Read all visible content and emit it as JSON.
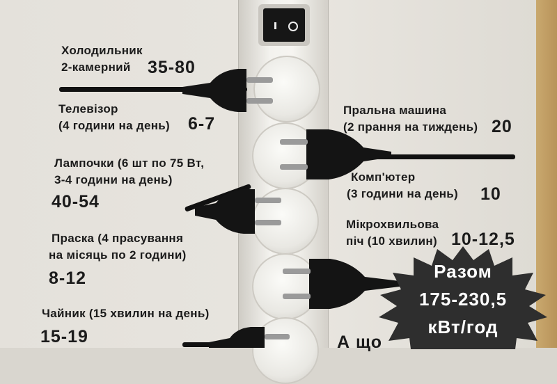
{
  "appliances": [
    {
      "line1": "Холодильник",
      "line2": "2-камерний",
      "value": "35-80"
    },
    {
      "line1": "Телевізор",
      "line2": "(4 години на день)",
      "value": "6-7"
    },
    {
      "line1": "Пральна машина",
      "line2": "(2 прання на тиждень)",
      "value": "20"
    },
    {
      "line1": "Лампочки (6 шт по 75 Вт,",
      "line2": "3-4 години на день)",
      "value": "40-54"
    },
    {
      "line1": "Комп'ютер",
      "line2": "(3 години на день)",
      "value": "10"
    },
    {
      "line1": "Мікрохвильова",
      "line2": "піч (10 хвилин)",
      "value": "10-12,5"
    },
    {
      "line1": "Праска (4 прасування",
      "line2": "на місяць по 2 години)",
      "value": "8-12"
    },
    {
      "line1": "Чайник (15 хвилин на день)",
      "value": "15-19"
    }
  ],
  "total": {
    "label": "Разом",
    "value": "175-230,5",
    "unit": "кВт/год"
  },
  "cut_text": "А що"
}
